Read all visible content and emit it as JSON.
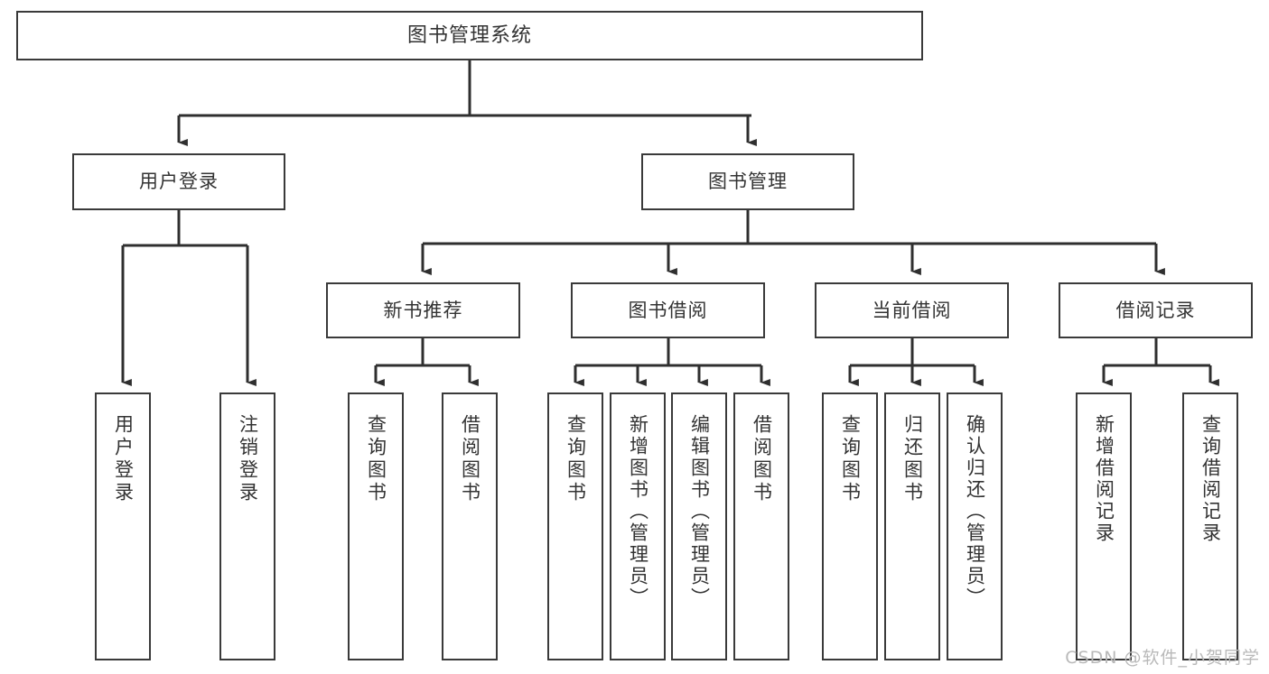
{
  "diagram": {
    "title": "图书管理系统",
    "type": "tree-hierarchy-chart",
    "watermark": "CSDN @软件_小贺同学",
    "colors": {
      "box_border": "#3a3a3a",
      "box_fill": "#ffffff",
      "connector": "#2f2f2f",
      "text": "#333333",
      "watermark": "#b9b9b9",
      "background": "#ffffff"
    },
    "root": {
      "label": "图书管理系统"
    },
    "level2": [
      {
        "label": "用户登录"
      },
      {
        "label": "图书管理"
      }
    ],
    "level3": [
      {
        "label": "新书推荐"
      },
      {
        "label": "图书借阅"
      },
      {
        "label": "当前借阅"
      },
      {
        "label": "借阅记录"
      }
    ],
    "leaves": {
      "user_login": [
        {
          "label": "用户登录"
        },
        {
          "label": "注销登录"
        }
      ],
      "new_book_recommend": [
        {
          "label": "查询图书"
        },
        {
          "label": "借阅图书"
        }
      ],
      "book_borrow": [
        {
          "label": "查询图书"
        },
        {
          "label": "新增图书（管理员）"
        },
        {
          "label": "编辑图书（管理员）"
        },
        {
          "label": "借阅图书"
        }
      ],
      "current_borrow": [
        {
          "label": "查询图书"
        },
        {
          "label": "归还图书"
        },
        {
          "label": "确认归还（管理员）"
        }
      ],
      "borrow_record": [
        {
          "label": "新增借阅记录"
        },
        {
          "label": "查询借阅记录"
        }
      ]
    }
  }
}
